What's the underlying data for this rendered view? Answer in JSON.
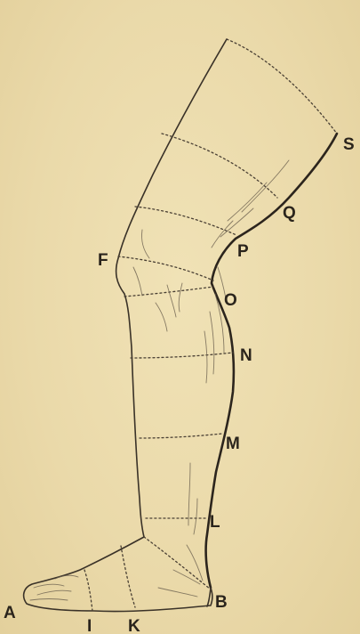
{
  "figure": {
    "labels": {
      "A": "A",
      "I": "I",
      "K": "K",
      "B": "B",
      "L": "L",
      "M": "M",
      "N": "N",
      "O": "O",
      "P": "P",
      "Q": "Q",
      "S": "S",
      "F": "F"
    },
    "colors": {
      "paper": "#ecdcae",
      "ink": "#2a241c"
    }
  }
}
